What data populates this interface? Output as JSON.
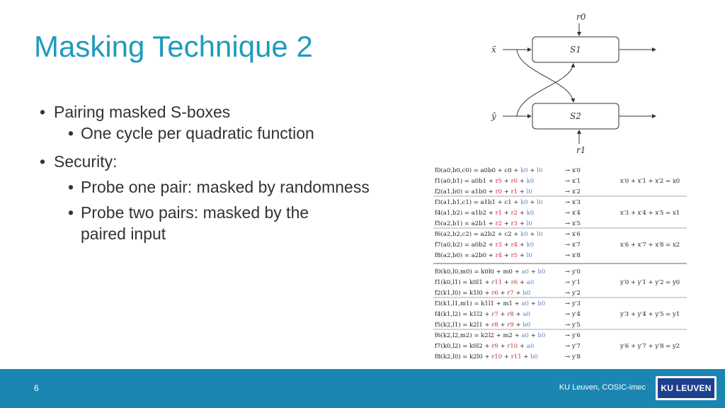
{
  "slide": {
    "title": "Masking Technique 2",
    "bullets": [
      {
        "text": "Pairing masked S-boxes",
        "sub": [
          "One cycle per quadratic function"
        ]
      },
      {
        "text": "Security:",
        "sub": [
          "Probe one pair: masked by randomness",
          "Probe two pairs: masked by the",
          "paired input"
        ]
      }
    ]
  },
  "diagram": {
    "inputs": [
      "x̄",
      "ȳ"
    ],
    "boxes": [
      "S1",
      "S2"
    ],
    "randomness": [
      "r0",
      "r1"
    ]
  },
  "equations": {
    "group1": [
      {
        "lhs": "f0(a0,b0,c0) = a0b0 + c0 +",
        "masks": [
          [
            "k0",
            "b"
          ],
          [
            "l0",
            "b"
          ]
        ],
        "out": "→ x′0"
      },
      {
        "lhs": "f1(a0,b1) = a0b1 +",
        "masks": [
          [
            "r5",
            "r"
          ],
          [
            "r0",
            "r"
          ],
          [
            "k0",
            "b"
          ]
        ],
        "out": "→ x′1"
      },
      {
        "lhs": "f2(a1,b0) = a1b0 +",
        "masks": [
          [
            "r0",
            "r"
          ],
          [
            "r1",
            "r"
          ],
          [
            "l0",
            "b"
          ]
        ],
        "out": "→ x′2"
      },
      {
        "lhs": "f3(a1,b1,c1) = a1b1 + c1 +",
        "masks": [
          [
            "k0",
            "b"
          ],
          [
            "l0",
            "b"
          ]
        ],
        "out": "→ x′3"
      },
      {
        "lhs": "f4(a1,b2) = a1b2 +",
        "masks": [
          [
            "r1",
            "r"
          ],
          [
            "r2",
            "r"
          ],
          [
            "k0",
            "b"
          ]
        ],
        "out": "→ x′4"
      },
      {
        "lhs": "f5(a2,b1) = a2b1 +",
        "masks": [
          [
            "r2",
            "r"
          ],
          [
            "r3",
            "r"
          ],
          [
            "l0",
            "b"
          ]
        ],
        "out": "→ x′5"
      },
      {
        "lhs": "f6(a2,b2,c2) = a2b2 + c2 +",
        "masks": [
          [
            "k0",
            "b"
          ],
          [
            "l0",
            "b"
          ]
        ],
        "out": "→ x′6"
      },
      {
        "lhs": "f7(a0,b2) = a0b2 +",
        "masks": [
          [
            "r3",
            "r"
          ],
          [
            "r4",
            "r"
          ],
          [
            "k0",
            "b"
          ]
        ],
        "out": "→ x′7"
      },
      {
        "lhs": "f8(a2,b0) = a2b0 +",
        "masks": [
          [
            "r4",
            "r"
          ],
          [
            "r5",
            "r"
          ],
          [
            "l0",
            "b"
          ]
        ],
        "out": "→ x′8"
      }
    ],
    "sums1": [
      "x′0 + x′1 + x′2 = x0",
      "x′3 + x′4 + x′5 = x1",
      "x′6 + x′7 + x′8 = x2"
    ],
    "group2": [
      {
        "lhs": "f0(k0,l0,m0) = k0l0 + m0 +",
        "masks": [
          [
            "a0",
            "b"
          ],
          [
            "b0",
            "b"
          ]
        ],
        "out": "→ y′0"
      },
      {
        "lhs": "f1(k0,l1) = k0l1 +",
        "masks": [
          [
            "r11",
            "r"
          ],
          [
            "r6",
            "r"
          ],
          [
            "a0",
            "b"
          ]
        ],
        "out": "→ y′1"
      },
      {
        "lhs": "f2(k1,l0) = k1l0 +",
        "masks": [
          [
            "r6",
            "r"
          ],
          [
            "r7",
            "r"
          ],
          [
            "b0",
            "b"
          ]
        ],
        "out": "→ y′2"
      },
      {
        "lhs": "f3(k1,l1,m1) = k1l1 + m1 +",
        "masks": [
          [
            "a0",
            "b"
          ],
          [
            "b0",
            "b"
          ]
        ],
        "out": "→ y′3"
      },
      {
        "lhs": "f4(k1,l2) = k1l2 +",
        "masks": [
          [
            "r7",
            "r"
          ],
          [
            "r8",
            "r"
          ],
          [
            "a0",
            "b"
          ]
        ],
        "out": "→ y′4"
      },
      {
        "lhs": "f5(k2,l1) = k2l1 +",
        "masks": [
          [
            "r8",
            "r"
          ],
          [
            "r9",
            "r"
          ],
          [
            "b0",
            "b"
          ]
        ],
        "out": "→ y′5"
      },
      {
        "lhs": "f6(k2,l2,m2) = k2l2 + m2 +",
        "masks": [
          [
            "a0",
            "b"
          ],
          [
            "b0",
            "b"
          ]
        ],
        "out": "→ y′6"
      },
      {
        "lhs": "f7(k0,l2) = k0l2 +",
        "masks": [
          [
            "r9",
            "r"
          ],
          [
            "r10",
            "r"
          ],
          [
            "a0",
            "b"
          ]
        ],
        "out": "→ y′7"
      },
      {
        "lhs": "f8(k2,l0) = k2l0 +",
        "masks": [
          [
            "r10",
            "r"
          ],
          [
            "r11",
            "r"
          ],
          [
            "b0",
            "b"
          ]
        ],
        "out": "→ y′8"
      }
    ],
    "sums2": [
      "y′0 + y′1 + y′2 = y0",
      "y′3 + y′4 + y′5 = y1",
      "y′6 + y′7 + y′8 = y2"
    ]
  },
  "footer": {
    "page_number": "6",
    "affiliation": "KU Leuven, COSIC-imec",
    "logo_text": "KU LEUVEN"
  },
  "colors": {
    "title": "#1f9bbd",
    "footer_bar": "#1b86b2",
    "mask_blue": "#5b83c7",
    "mask_red": "#c0334b",
    "logo_bg": "#1d3f8f"
  }
}
